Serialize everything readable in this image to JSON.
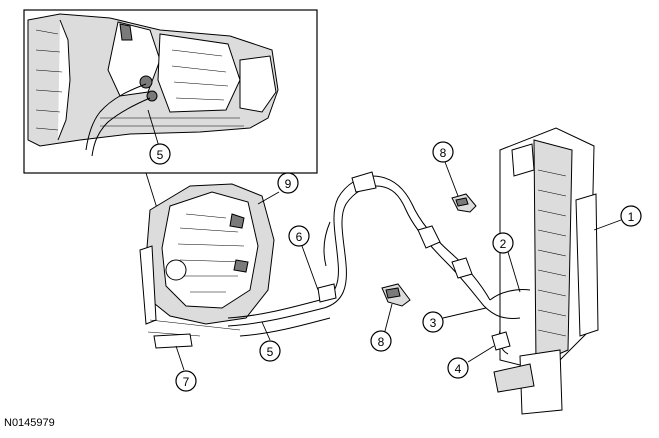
{
  "figure": {
    "id": "N0145979"
  },
  "callouts": {
    "c1": "1",
    "c2": "2",
    "c3": "3",
    "c4": "4",
    "c5_inset": "5",
    "c5_main": "5",
    "c6": "6",
    "c7": "7",
    "c8_top": "8",
    "c8_bottom": "8",
    "c9": "9"
  },
  "colors": {
    "line": "#000000",
    "fill": "#ffffff",
    "shade": "#dcdcdc",
    "dark": "#7a7a7a"
  }
}
